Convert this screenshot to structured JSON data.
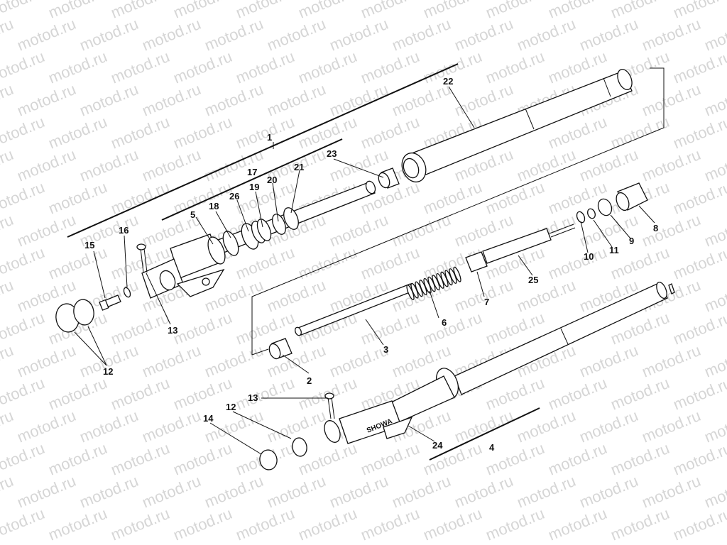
{
  "watermark": "motod.ru",
  "colors": {
    "background": "#ffffff",
    "line": "#111111",
    "watermark": "#d6d6d6",
    "shade": "#cfcfcf"
  },
  "fork_brand": "SHOWA",
  "callouts": [
    {
      "id": "c1",
      "text": "1"
    },
    {
      "id": "c2",
      "text": "2"
    },
    {
      "id": "c3",
      "text": "3"
    },
    {
      "id": "c4",
      "text": "4"
    },
    {
      "id": "c5",
      "text": "5"
    },
    {
      "id": "c6",
      "text": "6"
    },
    {
      "id": "c7",
      "text": "7"
    },
    {
      "id": "c8",
      "text": "8"
    },
    {
      "id": "c9",
      "text": "9"
    },
    {
      "id": "c10",
      "text": "10"
    },
    {
      "id": "c11",
      "text": "11"
    },
    {
      "id": "c12a",
      "text": "12"
    },
    {
      "id": "c12b",
      "text": "12"
    },
    {
      "id": "c13a",
      "text": "13"
    },
    {
      "id": "c13b",
      "text": "13"
    },
    {
      "id": "c14",
      "text": "14"
    },
    {
      "id": "c15",
      "text": "15"
    },
    {
      "id": "c16",
      "text": "16"
    },
    {
      "id": "c17",
      "text": "17"
    },
    {
      "id": "c18",
      "text": "18"
    },
    {
      "id": "c19",
      "text": "19"
    },
    {
      "id": "c20",
      "text": "20"
    },
    {
      "id": "c21",
      "text": "21"
    },
    {
      "id": "c22",
      "text": "22"
    },
    {
      "id": "c23",
      "text": "23"
    },
    {
      "id": "c24",
      "text": "24"
    },
    {
      "id": "c25",
      "text": "25"
    },
    {
      "id": "c26",
      "text": "26"
    }
  ]
}
